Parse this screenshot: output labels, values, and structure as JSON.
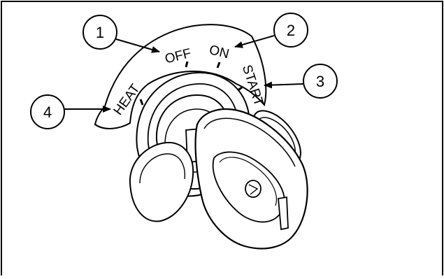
{
  "diagram": {
    "callouts": [
      {
        "number": "1"
      },
      {
        "number": "2"
      },
      {
        "number": "3"
      },
      {
        "number": "4"
      }
    ],
    "positions": {
      "off": "OFF",
      "on": "ON",
      "start": "START",
      "heat": "HEAT"
    }
  }
}
